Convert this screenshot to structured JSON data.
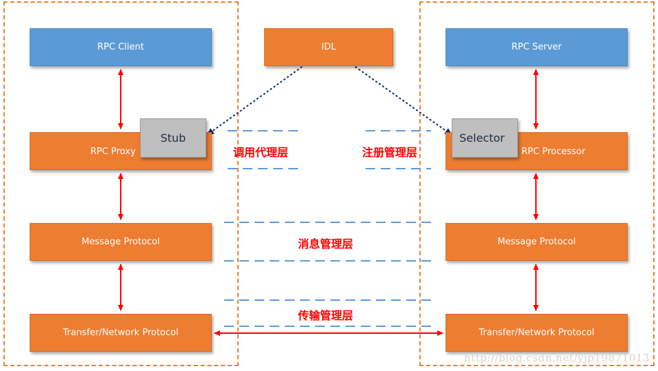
{
  "client_side": {
    "rpc_client": "RPC Client",
    "rpc_proxy": "RPC Proxy",
    "stub": "Stub",
    "message_protocol": "Message Protocol",
    "transfer_protocol": "Transfer/Network Protocol"
  },
  "idl": "IDL",
  "server_side": {
    "rpc_server": "RPC Server",
    "rpc_processor": "RPC Processor",
    "selector": "Selector",
    "message_protocol": "Message Protocol",
    "transfer_protocol": "Transfer/Network Protocol"
  },
  "layers": {
    "invoke_proxy": "调用代理层",
    "registry": "注册管理层",
    "message": "消息管理层",
    "transport": "传输管理层"
  },
  "watermark": "http://blog.csdn.net/yjp19871013",
  "colors": {
    "blue_box": "#5b9bd5",
    "orange_box": "#ed7d31",
    "gray_box": "#bfbfbf",
    "arrow_red": "#ff0000",
    "dashed_line": "#5b9bd5",
    "frame": "#ed7d31",
    "layer_text": "#ff0000"
  }
}
